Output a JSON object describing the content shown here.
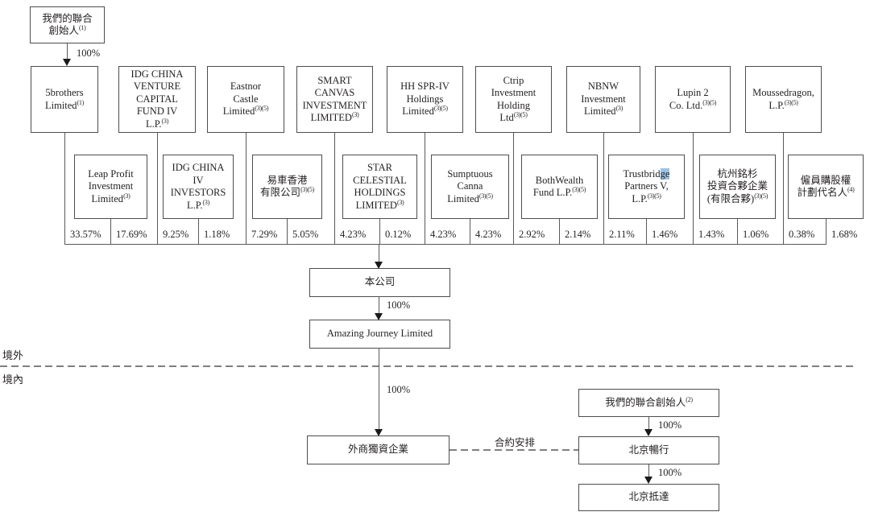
{
  "diagram_title": "shareholding-structure",
  "labels": {
    "offshore": "境外",
    "onshore": "境內",
    "contract": "合約安排",
    "pct100": "100%"
  },
  "nodes": {
    "founders1": {
      "lines": [
        "我們的聯合",
        "創始人(1)"
      ]
    },
    "company": {
      "lines": [
        "本公司"
      ]
    },
    "amazing_journey": {
      "lines": [
        "Amazing Journey Limited"
      ]
    },
    "wfoe": {
      "lines": [
        "外商獨資企業"
      ]
    },
    "founders2": {
      "lines": [
        "我們的聯合創始人(2)"
      ]
    },
    "beijing_changxing": {
      "lines": [
        "北京暢行"
      ]
    },
    "beijing_dida": {
      "lines": [
        "北京抵達"
      ]
    }
  },
  "top_row": [
    {
      "name": "5brothers Limited",
      "lines": [
        "5brothers",
        "Limited(1)"
      ]
    },
    {
      "name": "IDG China Venture Capital Fund IV L.P.",
      "lines": [
        "IDG CHINA",
        "VENTURE",
        "CAPITAL",
        "FUND IV",
        "L.P.(3)"
      ]
    },
    {
      "name": "Eastnor Castle Limited",
      "lines": [
        "Eastnor",
        "Castle",
        "Limited(3)(5)"
      ]
    },
    {
      "name": "Smart Canvas Investment Limited",
      "lines": [
        "SMART",
        "CANVAS",
        "INVESTMENT",
        "LIMITED(3)"
      ]
    },
    {
      "name": "HH SPR-IV Holdings Limited",
      "lines": [
        "HH SPR-IV",
        "Holdings",
        "Limited(3)(5)"
      ]
    },
    {
      "name": "Ctrip Investment Holding Ltd",
      "lines": [
        "Ctrip",
        "Investment",
        "Holding",
        "Ltd(3)(5)"
      ]
    },
    {
      "name": "NBNW Investment Limited",
      "lines": [
        "NBNW",
        "Investment",
        "Limited(3)"
      ]
    },
    {
      "name": "Lupin 2 Co. Ltd.",
      "lines": [
        "Lupin 2",
        "Co. Ltd.(3)(5)"
      ]
    },
    {
      "name": "Moussedragon, L.P.",
      "lines": [
        "Moussedragon,",
        "L.P.(3)(5)"
      ]
    }
  ],
  "sub_row": [
    {
      "name": "Leap Profit Investment Limited",
      "lines": [
        "Leap Profit",
        "Investment",
        "Limited(3)"
      ]
    },
    {
      "name": "IDG China IV Investors L.P.",
      "lines": [
        "IDG CHINA",
        "IV",
        "INVESTORS",
        "L.P.(3)"
      ]
    },
    {
      "name": "易車香港有限公司",
      "lines": [
        "易車香港",
        "有限公司(3)(5)"
      ]
    },
    {
      "name": "Star Celestial Holdings Limited",
      "lines": [
        "STAR",
        "CELESTIAL",
        "HOLDINGS",
        "LIMITED(3)"
      ]
    },
    {
      "name": "Sumptuous Canna Limited",
      "lines": [
        "Sumptuous",
        "Canna",
        "Limited(3)(5)"
      ]
    },
    {
      "name": "BothWealth Fund L.P.",
      "lines": [
        "BothWealth",
        "Fund L.P.(3)(5)"
      ]
    },
    {
      "name": "Trustbridge Partners V, L.P.",
      "lines": [
        "Trustbrid~ge~",
        "Partners V,",
        "L.P.(3)(5)"
      ]
    },
    {
      "name": "杭州銘杉投資合夥企業(有限合夥)",
      "lines": [
        "杭州銘杉",
        "投資合夥企業",
        "(有限合夥)(3)(5)"
      ]
    },
    {
      "name": "僱員購股權計劃代名人",
      "lines": [
        "僱員購股權",
        "計劃代名人(4)"
      ]
    }
  ],
  "percentages": [
    "33.57%",
    "17.69%",
    "9.25%",
    "1.18%",
    "7.29%",
    "5.05%",
    "4.23%",
    "0.12%",
    "4.23%",
    "4.23%",
    "2.92%",
    "2.14%",
    "2.11%",
    "1.46%",
    "1.43%",
    "1.06%",
    "0.38%",
    "1.68%"
  ],
  "colors": {
    "line": "#59595c",
    "text": "#231f20",
    "selection_highlight": "#9cc3e5",
    "dash": "#7f7f82"
  }
}
